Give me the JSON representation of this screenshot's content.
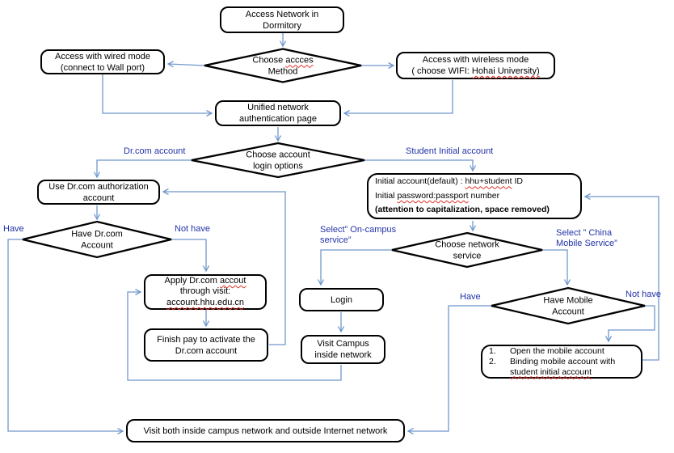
{
  "colors": {
    "line": "#6f98cc",
    "label": "#2334a8",
    "sq": "#e03028",
    "border": "#000000"
  },
  "nodes": {
    "dormitory": {
      "l1": "Access Network in",
      "l2": "Dormitory"
    },
    "wired": {
      "l1": "Access with wired mode",
      "l2": "(connect to Wall port)"
    },
    "wireless": {
      "l1": "Access with wireless mode",
      "l2_pre": "( choose WIFI: ",
      "l2_sq": "Hohai University)"
    },
    "unified": {
      "l1": "Unified network",
      "l2": "authentication page"
    },
    "use_drcom": {
      "l1": "Use Dr.com authorization",
      "l2": "account"
    },
    "initial": {
      "l1_pre": "Initial account(default) : ",
      "l1_sq": "hhu+student",
      "l1_post": " ID",
      "l2_pre": "Initial ",
      "l2_sq": "password:passport",
      "l2_post": " number",
      "l3": "(attention to capitalization, space removed)"
    },
    "apply": {
      "l1_pre": "Apply Dr.com ",
      "l1_sq": "accout",
      "l2": "through visit:",
      "l3_sq": "account.hhu.edu.cn"
    },
    "finish": {
      "l1": "Finish pay to activate the",
      "l2": "Dr.com account"
    },
    "login": {
      "l1": "Login"
    },
    "visit_campus": {
      "l1": "Visit Campus",
      "l2": "inside network"
    },
    "mobile": {
      "n1": "1.",
      "i1": "Open the mobile account",
      "n2": "2.",
      "i2a": "Binding mobile account with",
      "i2b_sq": "student initial account"
    },
    "bottom": {
      "l1": "Visit both inside campus network and outside Internet network"
    }
  },
  "diamonds": {
    "access": {
      "l1_pre": "Choose ",
      "l1_sq": "accces",
      "l2": "Method"
    },
    "account": {
      "l1": "Choose account",
      "l2": "login options"
    },
    "have_drcom": {
      "l1": "Have Dr.com",
      "l2": "Account"
    },
    "service": {
      "l1": "Choose network",
      "l2": "service"
    },
    "have_mobile": {
      "l1": "Have Mobile",
      "l2": "Account"
    }
  },
  "edge_labels": {
    "drcom": "Dr.com account",
    "student_initial": "Student Initial account",
    "have_drcom_yes": "Have",
    "have_drcom_no": "Not have",
    "oncampus_l1": "Select” On-campus",
    "oncampus_l2": "service”",
    "mobile_l1": "Select ” China",
    "mobile_l2": "Mobile Service”",
    "have_mobile_yes": "Have",
    "have_mobile_no": "Not have"
  }
}
